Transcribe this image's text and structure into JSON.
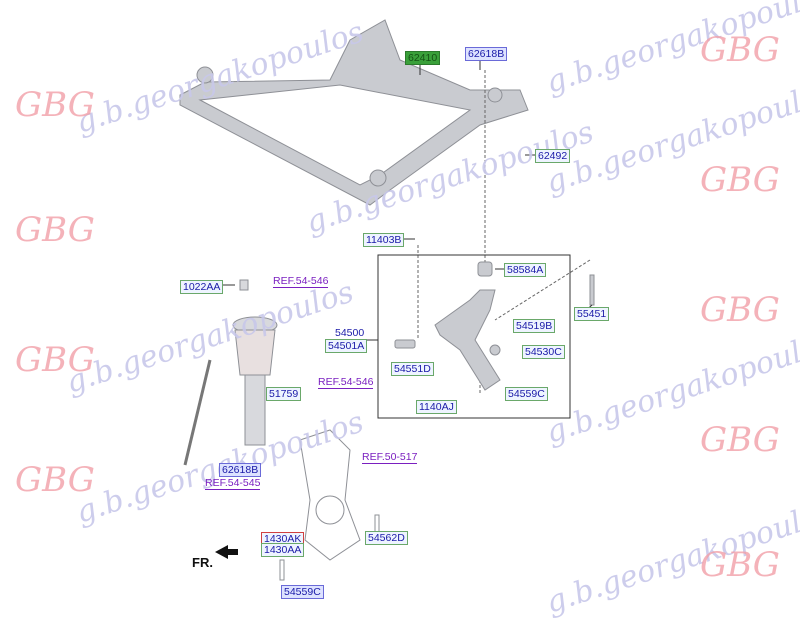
{
  "watermark": {
    "text": "g.b.georgakopoulos",
    "logo": "GBG"
  },
  "parts": {
    "subframe": "62410",
    "nut_top": "62618B",
    "bolt_frame": "62492",
    "bolt_arm_front": "11403B",
    "bushing": "58584A",
    "bolt_arm_rear": "55451",
    "bolt_strut_top": "1022AA",
    "ref_strut": "REF.54-546",
    "lower_arm_1": "54500",
    "lower_arm_2": "54501A",
    "nut_arm": "54519B",
    "ball_joint": "54530C",
    "bushing_front": "54551D",
    "nut_mid": "51759",
    "ref_strut_2": "REF.54-546",
    "nut_arm_2": "54559C",
    "bolt_arm_bottom": "1140AJ",
    "nut_stab": "62618B",
    "ref_stab": "REF.54-545",
    "ref_knuckle": "REF.50-517",
    "bolt_knuckle": "54562D",
    "bolt_hub_1": "1430AK",
    "bolt_hub_2": "1430AA",
    "nut_hub": "54559C"
  },
  "direction": "FR."
}
